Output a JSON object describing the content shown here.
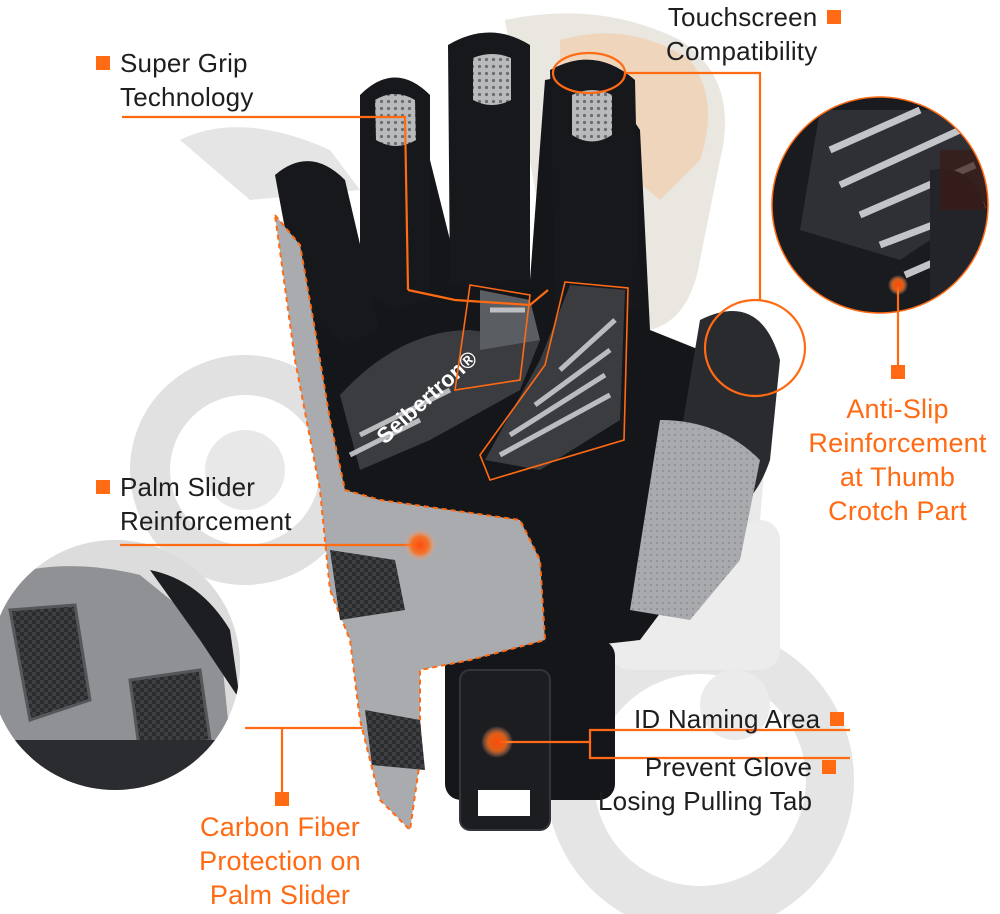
{
  "colors": {
    "accent": "#ff6a13",
    "label_text": "#1e1e1e",
    "glove_black": "#15161a",
    "glove_grey": "#a9abae"
  },
  "labels": {
    "super_grip": [
      "Super Grip",
      "Technology"
    ],
    "touchscreen": [
      "Touchscreen",
      "Compatibility"
    ],
    "palm_slider": [
      "Palm Slider",
      "Reinforcement"
    ],
    "anti_slip": [
      "Anti-Slip",
      "Reinforcement",
      "at Thumb",
      "Crotch Part"
    ],
    "id_naming": "ID Naming Area",
    "pulling_tab": [
      "Prevent Glove",
      "Losing Pulling Tab"
    ],
    "carbon_fiber": [
      "Carbon Fiber",
      "Protection on",
      "Palm Slider"
    ]
  },
  "brand": {
    "logo_text": "Seibertron®"
  },
  "icons": {
    "bullet": "orange-square-icon",
    "callout_dot": "orange-dot-icon"
  }
}
